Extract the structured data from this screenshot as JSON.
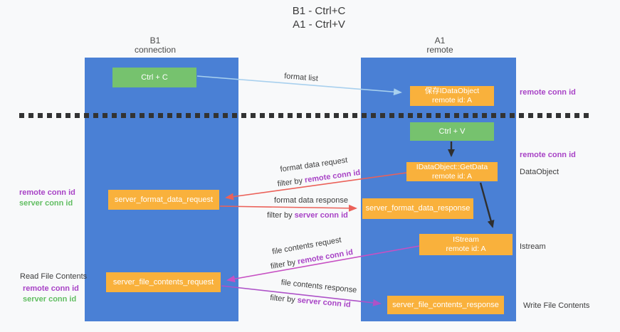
{
  "title": {
    "line1": "B1 - Ctrl+C",
    "line2": "A1 - Ctrl+V"
  },
  "lanes": {
    "left": {
      "name": "B1",
      "role": "connection"
    },
    "right": {
      "name": "A1",
      "role": "remote"
    }
  },
  "boxes": {
    "ctrl_c": "Ctrl + C",
    "ctrl_v": "Ctrl + V",
    "save_dataobject": {
      "line1": "保存IDataObject",
      "line2": "remote id: A"
    },
    "getdata": {
      "line1": "IDataObject::GetData",
      "line2": "remote id: A"
    },
    "istream": {
      "line1": "IStream",
      "line2": "remote id: A"
    },
    "server_format_data_request": "server_format_data_request",
    "server_format_data_response": "server_format_data_response",
    "server_file_contents_request": "server_file_contents_request",
    "server_file_contents_response": "server_file_contents_response"
  },
  "flow_labels": {
    "format_list": "format list",
    "format_data_request": "format data request",
    "format_data_response": "format data response",
    "file_contents_request": "file contents request",
    "file_contents_response": "file contents response",
    "filter_by": "filter by ",
    "remote_conn_id": "remote conn id",
    "server_conn_id": "server conn id"
  },
  "side_labels": {
    "remote_conn_id": "remote conn id",
    "server_conn_id": "server conn id",
    "dataobject": "DataObject",
    "istream": "Istream",
    "read_file_contents": "Read File Contents",
    "write_file_contents": "Write File Contents"
  },
  "colors": {
    "lane_blue": "#4A80D5",
    "box_orange": "#F9B13C",
    "box_green": "#76C26E",
    "arrow_light_blue": "#A8D0EE",
    "arrow_salmon": "#EB6159",
    "arrow_magenta": "#C750C3",
    "arrow_violet": "#AE52C8",
    "arrow_black": "#2F2F2F",
    "label_purple": "#A843C6",
    "label_green": "#62BE62"
  }
}
